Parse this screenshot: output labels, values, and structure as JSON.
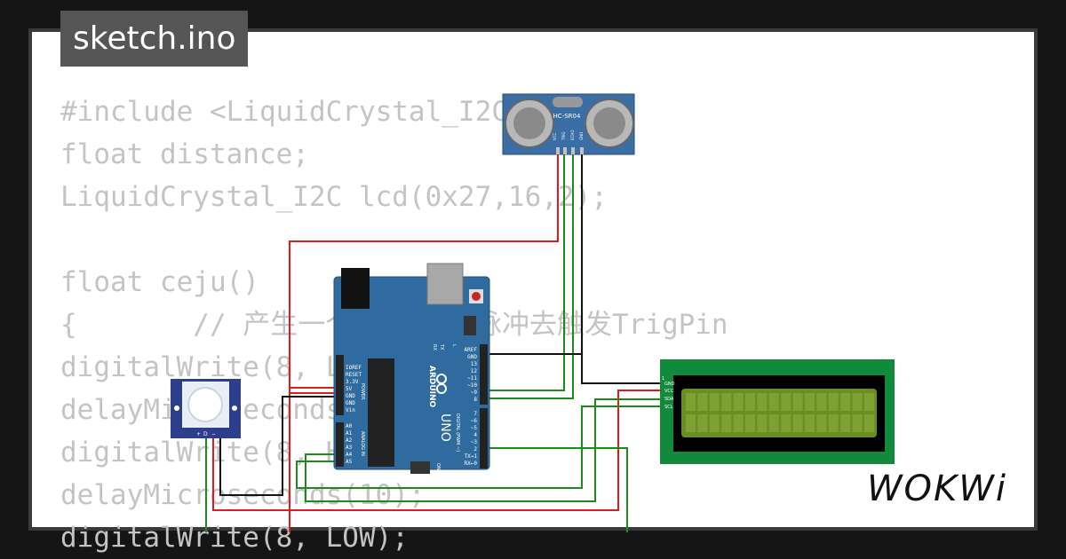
{
  "tab": {
    "title": "sketch.ino"
  },
  "code_lines": [
    "#include <LiquidCrystal_I2C.h>",
    "float distance;",
    "LiquidCrystal_I2C lcd(0x27,16,2);",
    "",
    "float ceju()",
    "{       // 产生一个10us的高脉冲去触发TrigPin",
    "digitalWrite(8, LOW);",
    "delayMicroseconds(2);",
    "digitalWrite(8, HIGH);",
    "delayMicroseconds(10);",
    "digitalWrite(8, LOW);"
  ],
  "sensor": {
    "label": "HC-SR04",
    "pins": [
      "VCC",
      "TRIG",
      "ECHO",
      "GND"
    ]
  },
  "arduino": {
    "brand": "ARDUINO",
    "model": "UNO",
    "power_pins": [
      "IOREF",
      "RESET",
      "3.3V",
      "5V",
      "GND",
      "GND",
      "Vin"
    ],
    "power_header": "POWER",
    "analog_pins": [
      "A0",
      "A1",
      "A2",
      "A3",
      "A4",
      "A5"
    ],
    "analog_header": "ANALOG IN",
    "digital_top": [
      "AREF",
      "GND",
      "13",
      "12",
      "~11",
      "~10",
      "~9",
      "8"
    ],
    "digital_bottom": [
      "7",
      "~6",
      "~5",
      "4",
      "~3",
      "2",
      "TX→1",
      "RX←0"
    ],
    "digital_header": "DIGITAL (PWM ~)",
    "led_labels": [
      "RX",
      "TX",
      "L"
    ],
    "on_label": "ON"
  },
  "lcd": {
    "pins": [
      "GND",
      "VCC",
      "SDA",
      "SCL"
    ],
    "pin_number": "1"
  },
  "pir": {
    "pins": [
      "+",
      "D",
      "−"
    ]
  },
  "logo": {
    "text": "WOKWi"
  },
  "colors": {
    "wire_red": "#e01b1b",
    "wire_green": "#1e8a1e",
    "wire_black": "#111111",
    "board_blue": "#2f6b9e",
    "lcd_green": "#128a3c",
    "lcd_screen": "#6b8e23"
  }
}
